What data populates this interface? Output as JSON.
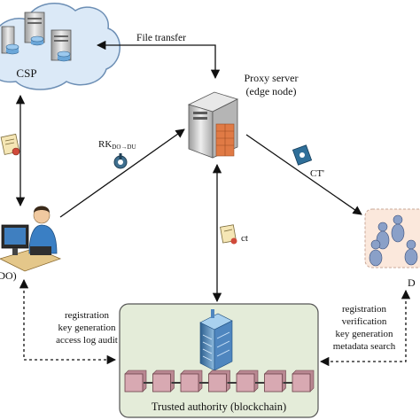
{
  "nodes": {
    "csp": {
      "label": "CSP"
    },
    "proxy": {
      "label_line1": "Proxy server",
      "label_line2": "(edge node)"
    },
    "owner": {
      "label": "DO)"
    },
    "users": {
      "label": "D"
    },
    "authority": {
      "label": "Trusted authority (blockchain)"
    }
  },
  "edges": {
    "file_transfer": "File transfer",
    "rekey_main": "RK",
    "rekey_sub": "DO→DU",
    "ct_prime": "CT'",
    "ct": "ct"
  },
  "owner_functions": [
    "registration",
    "key generation",
    "access log audit"
  ],
  "user_functions": [
    "registration",
    "verification",
    "key generation",
    "metadata search"
  ],
  "colors": {
    "cloud_fill": "#dbe9f7",
    "cloud_stroke": "#6d8fb5",
    "authority_fill": "#e4ecd9",
    "users_fill": "#fbe8dc",
    "block_fill": "#d8a9b2"
  }
}
